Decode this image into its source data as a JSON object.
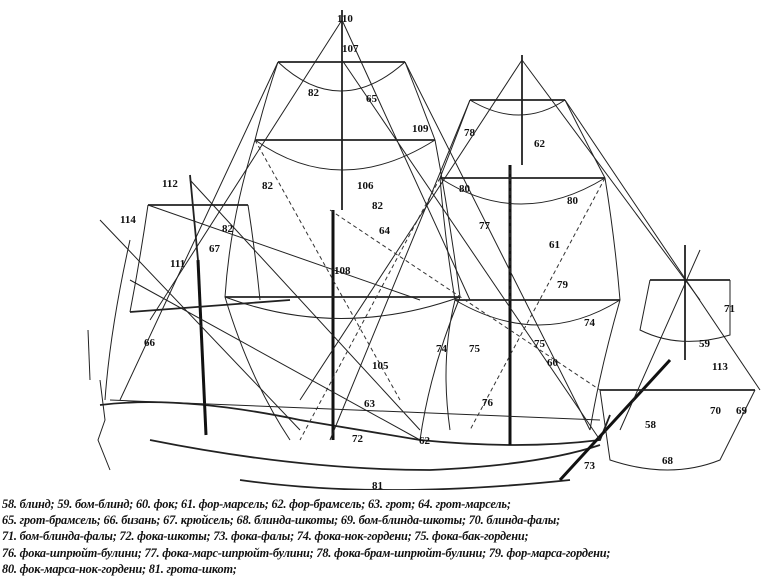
{
  "labels": {
    "l110": "110",
    "l107": "107",
    "l65": "65",
    "l82a": "82",
    "l109": "109",
    "l78": "78",
    "l62a": "62",
    "l82b": "82",
    "l106": "106",
    "l80a": "80",
    "l80b": "80",
    "l82c": "82",
    "l112": "112",
    "l114": "114",
    "l82d": "82",
    "l67": "67",
    "l64": "64",
    "l77": "77",
    "l61": "61",
    "l111": "111",
    "l108": "108",
    "l79": "79",
    "l66": "66",
    "l74a": "74",
    "l74b": "74",
    "l75a": "75",
    "l75b": "75",
    "l60": "60",
    "l71": "71",
    "l59": "59",
    "l105": "105",
    "l113": "113",
    "l63": "63",
    "l62b": "62",
    "l76": "76",
    "l58": "58",
    "l70": "70",
    "l69": "69",
    "l72": "72",
    "l73": "73",
    "l68": "68",
    "l81": "81"
  },
  "caption": [
    "58. блинд; 59. бом-блинд; 60. фок; 61. фор-марсель; 62. фор-брамсель; 63. грот; 64. грот-марсель;",
    "65. грот-брамсель; 66. бизань; 67. крюйсель; 68. блинда-шкоты; 69. бом-блинда-шкоты; 70. блинда-фалы;",
    "71. бом-блинда-фалы; 72. фока-шкоты; 73. фока-фалы; 74. фока-нок-гордени; 75. фока-бак-гордени;",
    "76. фока-шпрюйт-булини; 77. фока-марс-шпрюйт-булини; 78. фока-брам-шпрюйт-булини; 79. фор-марса-гордени;",
    "80. фок-марса-нок-гордени; 81. грота-шкот;"
  ]
}
